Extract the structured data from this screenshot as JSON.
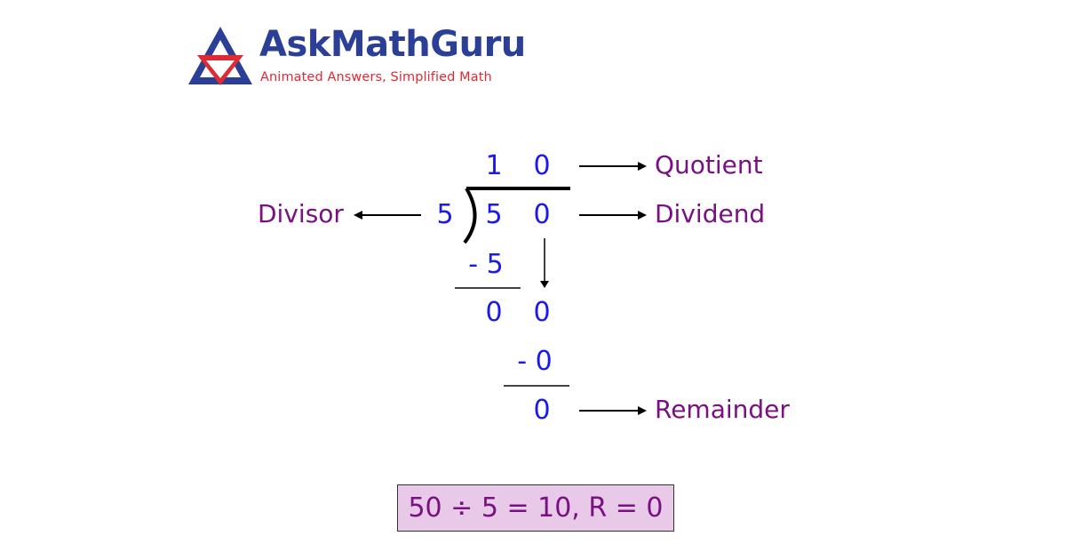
{
  "brand": {
    "name": "AskMathGuru",
    "tagline": "Animated Answers, Simplified Math",
    "colors": {
      "primary": "#2b3f96",
      "accent": "#e02a33"
    },
    "logo_icon": "triangle-logo-icon"
  },
  "division": {
    "divisor": "5",
    "dividend_digits": [
      "5",
      "0"
    ],
    "quotient_digits": [
      "1",
      "0"
    ],
    "steps": [
      {
        "subtract": "- 5",
        "result_digits": [
          "0",
          "0"
        ]
      },
      {
        "subtract": "- 0",
        "result_digits": [
          "0"
        ]
      }
    ],
    "colors": {
      "digits": "#1a1aee",
      "labels": "#7a1182"
    }
  },
  "labels": {
    "quotient": "Quotient",
    "dividend": "Dividend",
    "divisor": "Divisor",
    "remainder": "Remainder"
  },
  "result": {
    "equation": "50 ÷ 5 = 10,  R = 0",
    "box_color": "#e8c9e8"
  }
}
